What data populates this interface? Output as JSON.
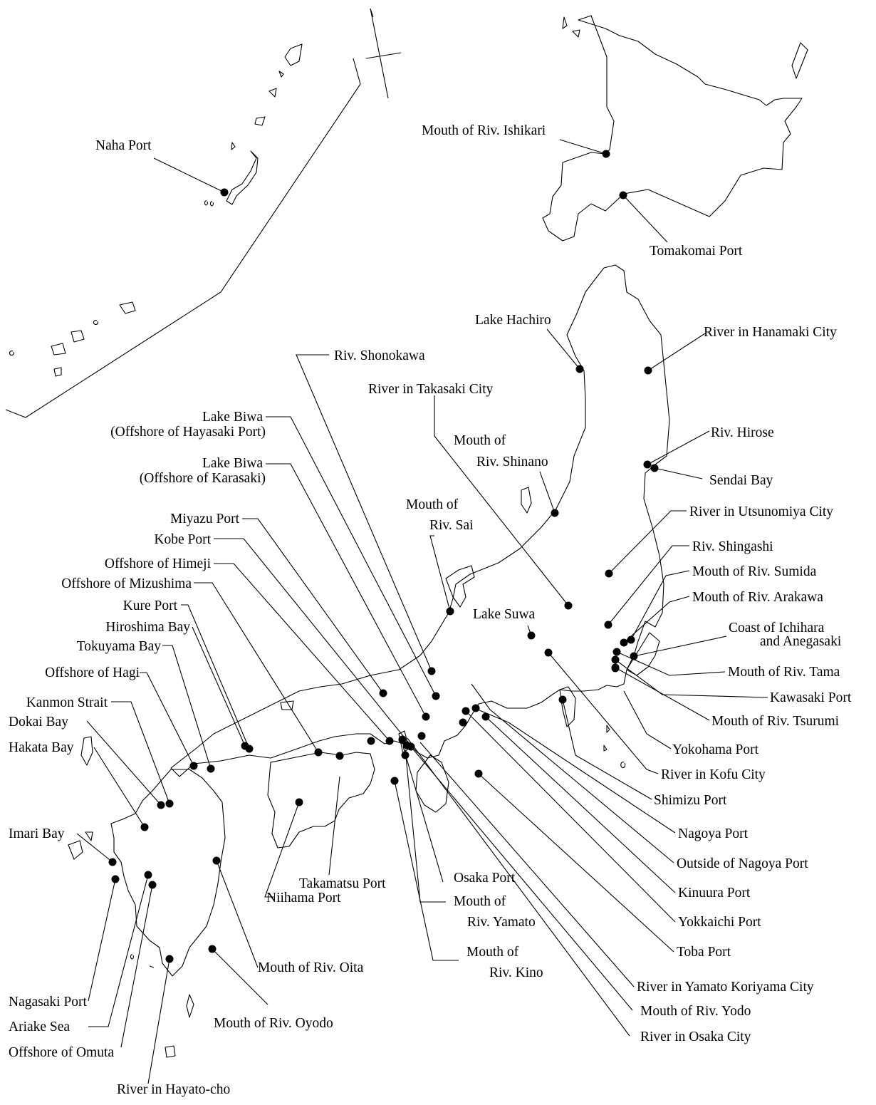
{
  "labels": {
    "naha": "Naha Port",
    "ishikari": "Mouth of Riv. Ishikari",
    "tomakomai": "Tomakomai Port",
    "hachiro": "Lake Hachiro",
    "hanamaki": "River in Hanamaki City",
    "shonokawa": "Riv. Shonokawa",
    "takasaki": "River in Takasaki City",
    "biwa_hayasaki_1": "Lake Biwa",
    "biwa_hayasaki_2": "(Offshore of Hayasaki Port)",
    "shinano_1": "Mouth of",
    "shinano_2": "Riv. Shinano",
    "hirose": "Riv. Hirose",
    "biwa_karasaki_1": "Lake Biwa",
    "biwa_karasaki_2": "(Offshore of Karasaki)",
    "sendai": "Sendai Bay",
    "sai_1": "Mouth of",
    "sai_2": "Riv. Sai",
    "miyazu": "Miyazu Port",
    "utsunomiya": "River in Utsunomiya City",
    "kobe": "Kobe Port",
    "shingashi": "Riv. Shingashi",
    "himeji": "Offshore of Himeji",
    "mizushima": "Offshore of Mizushima",
    "sumida": "Mouth of Riv. Sumida",
    "arakawa": "Mouth of Riv. Arakawa",
    "suwa": "Lake Suwa",
    "kure": "Kure Port",
    "ichihara_1": "Coast of Ichihara",
    "ichihara_2": "and Anegasaki",
    "hiroshima": "Hiroshima Bay",
    "tokuyama": "Tokuyama Bay",
    "tama": "Mouth of Riv. Tama",
    "hagi": "Offshore of Hagi",
    "kawasaki": "Kawasaki Port",
    "kanmon": "Kanmon Strait",
    "tsurumi": "Mouth of Riv. Tsurumi",
    "dokai": "Dokai Bay",
    "yokohama": "Yokohama Port",
    "hakata": "Hakata Bay",
    "kofu": "River in Kofu City",
    "shimizu": "Shimizu Port",
    "imari": "Imari Bay",
    "nagoya": "Nagoya Port",
    "osaka_port": "Osaka Port",
    "outside_nagoya": "Outside of Nagoya Port",
    "takamatsu": "Takamatsu Port",
    "yamato_1": "Mouth of",
    "yamato_2": "Riv. Yamato",
    "kinuura": "Kinuura Port",
    "niihama": "Niihama Port",
    "yokkaichi": "Yokkaichi Port",
    "kino_1": "Mouth of",
    "kino_2": "Riv. Kino",
    "toba": "Toba Port",
    "oita": "Mouth of Riv. Oita",
    "yamato_koriyama": "River in Yamato Koriyama City",
    "nagasaki": "Nagasaki Port",
    "yodo": "Mouth of Riv. Yodo",
    "ariake": "Ariake Sea",
    "oyodo": "Mouth of Riv. Oyodo",
    "osaka_city": "River in Osaka City",
    "omuta": "Offshore of Omuta",
    "hayato": "River in Hayato-cho"
  }
}
